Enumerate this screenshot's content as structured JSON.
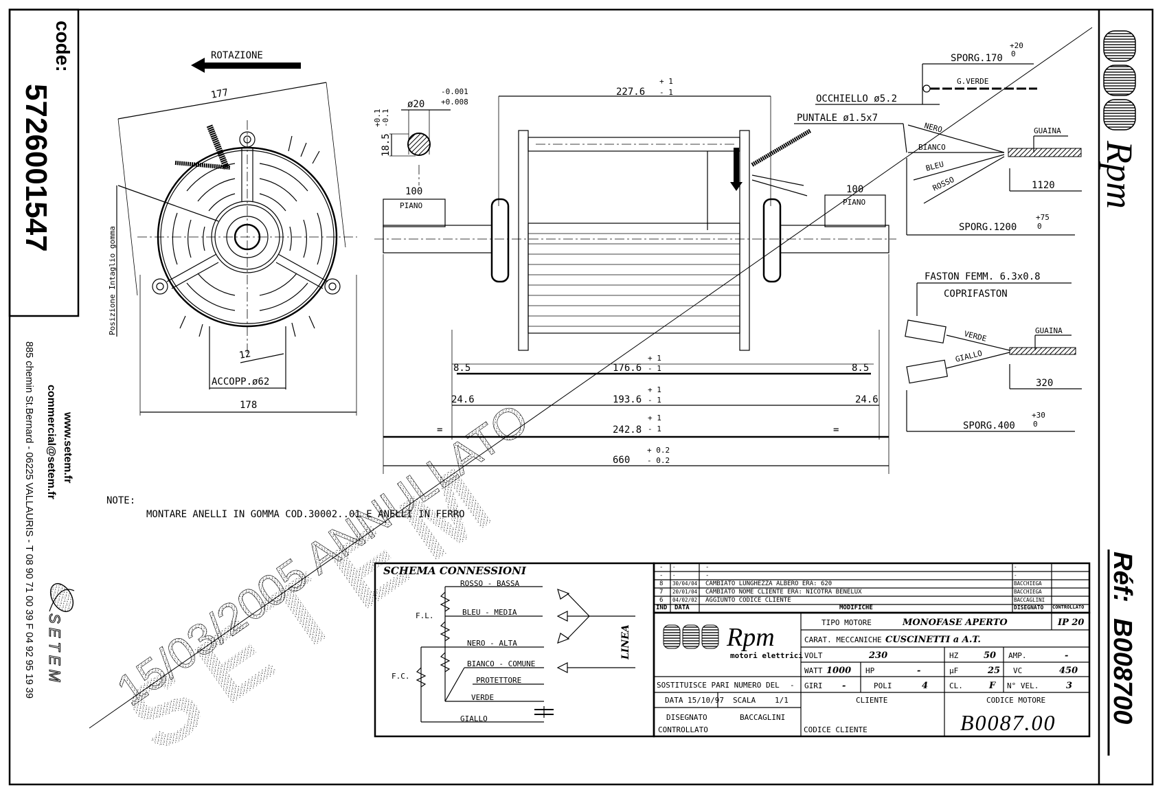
{
  "sidebar": {
    "code_label": "code:",
    "code_value": "5726001547",
    "website": "www.setem.fr",
    "email": "commercial@setem.fr",
    "address": "885 chemin St.Bernard  -  06225 VALLAURIS  -  T 08 90 71 00 39   F 04 92 95 19 39",
    "brand": "SETEM"
  },
  "right_strip": {
    "logo_text": "Rpm",
    "ref_label": "Réf:",
    "ref_value": "B008700"
  },
  "front_view": {
    "rotation_label": "ROTAZIONE",
    "dim_177": "177",
    "dim_178": "178",
    "dim_12": "12",
    "coupling_label": "ACCOPP.ø62",
    "rubber_notch_label": "Posizione Intaglio gomma"
  },
  "shaft_section": {
    "diameter": "ø20",
    "tol_upper": "-0.001",
    "tol_lower": "+0.008",
    "flat_dim": "18.5",
    "flat_tol_upper": "+0.1",
    "flat_tol_lower": "-0.1"
  },
  "side_view": {
    "piano_left_dim": "100",
    "piano_left_label": "PIANO",
    "piano_right_dim": "100",
    "piano_right_label": "PIANO",
    "dim_top": "227.6",
    "dim_top_tol": [
      "+ 1",
      "- 1"
    ],
    "dim_8_5_left": "8.5",
    "dim_8_5_right": "8.5",
    "dim_176_6": "176.6",
    "dim_176_6_tol": [
      "+ 1",
      "- 1"
    ],
    "dim_24_6_left": "24.6",
    "dim_24_6_right": "24.6",
    "dim_193_6": "193.6",
    "dim_193_6_tol": [
      "+ 1",
      "- 1"
    ],
    "dim_242_8": "242.8",
    "dim_242_8_tol": [
      "+ 1",
      "- 1"
    ],
    "equal_left": "=",
    "equal_right": "=",
    "dim_660": "660",
    "dim_660_tol": [
      "+ 0.2",
      "- 0.2"
    ]
  },
  "cable_details": {
    "sporg_170": "SPORG.170",
    "sporg_170_tol": [
      "+20",
      "0"
    ],
    "ground_wire": "G.VERDE",
    "eyelet": "OCCHIELLO ø5.2",
    "tip": "PUNTALE ø1.5x7",
    "wires": [
      "NERO",
      "BIANCO",
      "BLEU",
      "ROSSO"
    ],
    "sheath": "GUAINA",
    "dim_1120": "1120",
    "sporg_1200": "SPORG.1200",
    "sporg_1200_tol": [
      "+75",
      "0"
    ],
    "faston": "FASTON FEMM. 6.3x0.8",
    "faston_cover": "COPRIFASTON",
    "cap_wires": [
      "VERDE",
      "GIALLO"
    ],
    "cap_sheath": "GUAINA",
    "dim_320": "320",
    "sporg_400": "SPORG.400",
    "sporg_400_tol": [
      "+30",
      "0"
    ]
  },
  "note": {
    "title": "NOTE:",
    "text": "MONTARE ANELLI IN GOMMA COD.30002..01 E ANELLI IN FERRO"
  },
  "watermark": {
    "date_text": "15/03/2005 ANNULLATO",
    "brand": "SETEM"
  },
  "schema": {
    "title": "SCHEMA CONNESSIONI",
    "fl": "F.L.",
    "fc": "F.C.",
    "wires": [
      "ROSSO - BASSA",
      "BLEU - MEDIA",
      "NERO - ALTA",
      "BIANCO - COMUNE",
      "PROTETTORE",
      "VERDE",
      "GIALLO"
    ],
    "linea": "LINEA"
  },
  "revisions": {
    "rows": [
      {
        "ind": "-",
        "data": "-",
        "mod": "-",
        "dis": "-",
        "con": ""
      },
      {
        "ind": "-",
        "data": "-",
        "mod": "-",
        "dis": "-",
        "con": ""
      },
      {
        "ind": "8",
        "data": "30/04/04",
        "mod": "CAMBIATO LUNGHEZZA ALBERO ERA: 620",
        "dis": "BACCHIEGA",
        "con": ""
      },
      {
        "ind": "7",
        "data": "20/01/04",
        "mod": "CAMBIATO NOME CLIENTE ERA: NICOTRA BENELUX",
        "dis": "BACCHIEGA",
        "con": ""
      },
      {
        "ind": "6",
        "data": "04/02/02",
        "mod": "AGGIUNTO CODICE CLIENTE",
        "dis": "BACCAGLINI",
        "con": ""
      }
    ],
    "headers": {
      "ind": "IND",
      "data": "DATA",
      "mod": "MODIFICHE",
      "dis": "DISEGNATO",
      "con": "CONTROLLATO"
    }
  },
  "title_block": {
    "logo_text": "Rpm",
    "logo_sub": "motori elettrici",
    "tipo_motore_label": "TIPO MOTORE",
    "tipo_motore": "MONOFASE APERTO",
    "ip": "IP 20",
    "carat_label": "CARAT. MECCANICHE",
    "carat": "CUSCINETTI a A.T.",
    "volt_label": "VOLT",
    "volt": "230",
    "hz_label": "HZ",
    "hz": "50",
    "amp_label": "AMP.",
    "amp": "-",
    "watt_label": "WATT",
    "watt": "1000",
    "hp_label": "HP",
    "hp": "-",
    "uf_label": "µF",
    "uf": "25",
    "vc_label": "VC",
    "vc": "450",
    "sostituisce_label": "SOSTITUISCE PARI NUMERO DEL",
    "sostituisce": "-",
    "giri_label": "GIRI",
    "giri": "-",
    "poli_label": "POLI",
    "poli": "4",
    "cl_label": "CL.",
    "cl": "F",
    "nvel_label": "N° VEL.",
    "nvel": "3",
    "data_label": "DATA",
    "data": "15/10/97",
    "scala_label": "SCALA",
    "scala": "1/1",
    "disegnato_label": "DISEGNATO",
    "disegnato": "BACCAGLINI",
    "controllato_label": "CONTROLLATO",
    "cliente_label": "CLIENTE",
    "codice_cliente_label": "CODICE CLIENTE",
    "codice_motore_label": "CODICE MOTORE",
    "codice_motore": "B0087.00"
  }
}
